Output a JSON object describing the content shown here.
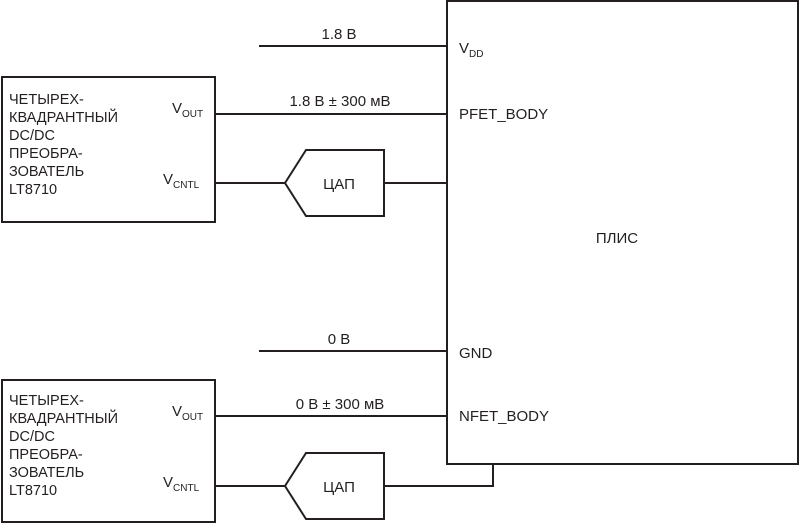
{
  "fpga": {
    "label": "ПЛИС",
    "pins": {
      "vdd_main": "V",
      "vdd_sub": "DD",
      "pfet_body": "PFET_BODY",
      "gnd": "GND",
      "nfet_body": "NFET_BODY"
    }
  },
  "signals": {
    "vdd_voltage": "1.8 В",
    "pfet_voltage": "1.8 В ± 300 мВ",
    "gnd_voltage": "0 В",
    "nfet_voltage": "0 В ± 300 мВ"
  },
  "converters": [
    {
      "lines": [
        "ЧЕТЫРЕХ-",
        "КВАДРАНТНЫЙ",
        "DC/DC",
        "ПРЕОБРА-",
        "ЗОВАТЕЛЬ",
        "LT8710"
      ],
      "vout_main": "V",
      "vout_sub": "OUT",
      "vcntl_main": "V",
      "vcntl_sub": "CNTL"
    },
    {
      "lines": [
        "ЧЕТЫРЕХ-",
        "КВАДРАНТНЫЙ",
        "DC/DC",
        "ПРЕОБРА-",
        "ЗОВАТЕЛЬ",
        "LT8710"
      ],
      "vout_main": "V",
      "vout_sub": "OUT",
      "vcntl_main": "V",
      "vcntl_sub": "CNTL"
    }
  ],
  "dacs": [
    "ЦАП",
    "ЦАП"
  ]
}
